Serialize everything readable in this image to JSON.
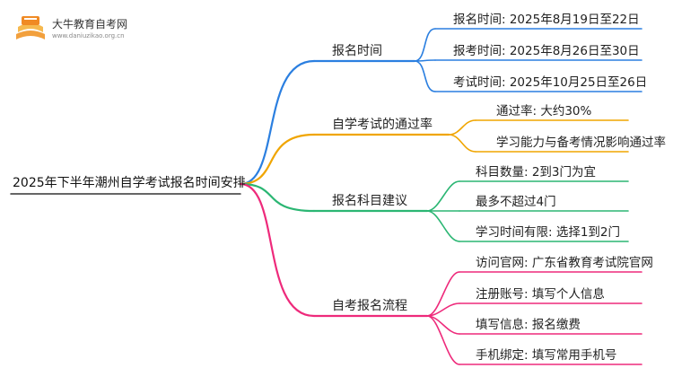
{
  "logo": {
    "title": "大牛教育自考网",
    "url": "www.daniuzikao.org.cn",
    "icon": "book-stack-icon"
  },
  "root": "2025年下半年潮州自学考试报名时间安排",
  "colors": {
    "root_link": "#333333",
    "branch_0": "#2b7fe0",
    "branch_1": "#f0a500",
    "branch_2": "#2bb673",
    "branch_3": "#ee2a7b"
  },
  "branches": [
    {
      "label": "报名时间",
      "children": [
        "报名时间: 2025年8月19日至22日",
        "报考时间: 2025年8月26日至30日",
        "考试时间: 2025年10月25日至26日"
      ]
    },
    {
      "label": "自学考试的通过率",
      "children": [
        "通过率: 大约30%",
        "学习能力与备考情况影响通过率"
      ]
    },
    {
      "label": "报名科目建议",
      "children": [
        "科目数量: 2到3门为宜",
        "最多不超过4门",
        "学习时间有限: 选择1到2门"
      ]
    },
    {
      "label": "自考报名流程",
      "children": [
        "访问官网: 广东省教育考试院官网",
        "注册账号: 填写个人信息",
        "填写信息: 报名缴费",
        "手机绑定: 填写常用手机号"
      ]
    }
  ]
}
